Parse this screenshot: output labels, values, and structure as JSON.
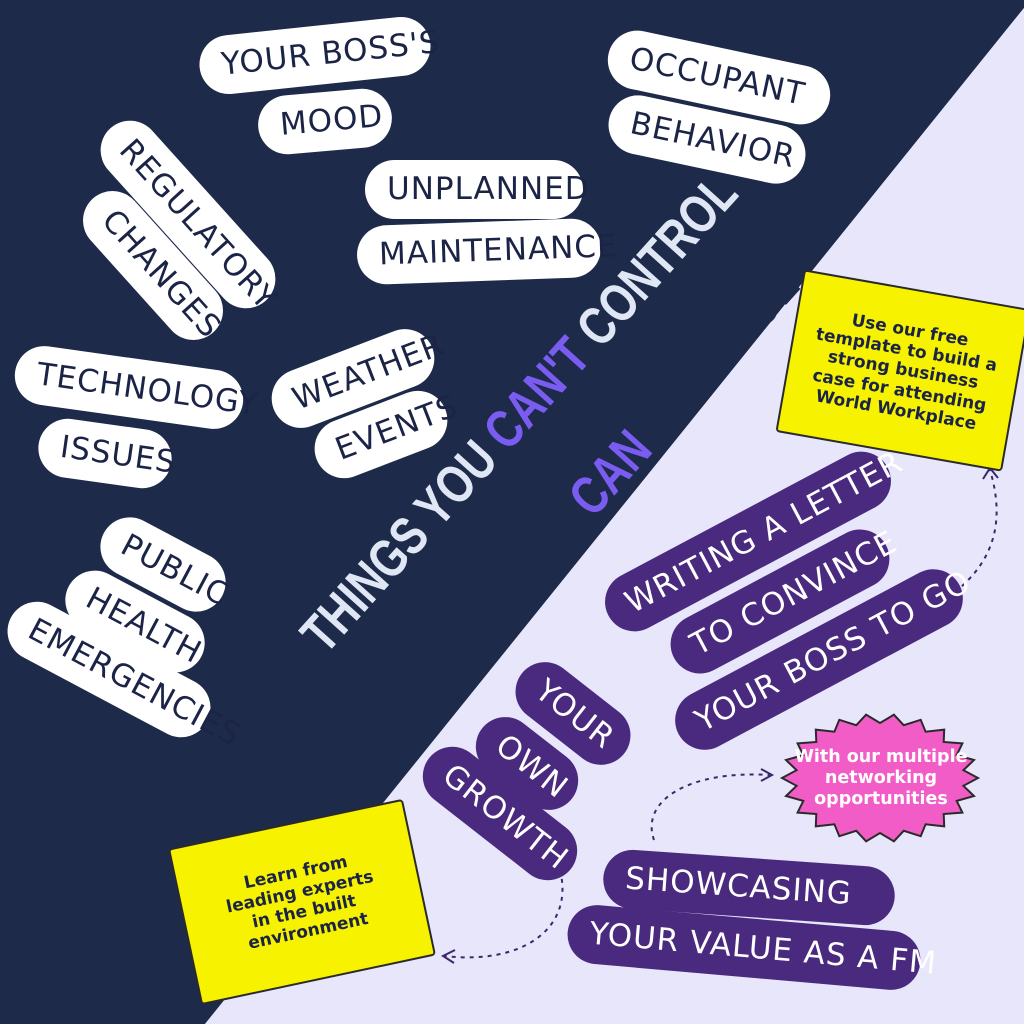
{
  "colors": {
    "dark_background": "#1d2a4a",
    "light_background": "#e8e6fb",
    "white_pill": "#ffffff",
    "purple_pill": "#4a2a7e",
    "accent_purple": "#7b5cf0",
    "sticky_yellow": "#f7f200",
    "burst_pink": "#f25cc6",
    "headline_light": "#dfe6f4",
    "headline_dark": "#1d2a4a"
  },
  "headline_cant": {
    "prefix": "THINGS YOU ",
    "accent": "CAN'T",
    "suffix": " CONTROL"
  },
  "headline_can": {
    "prefix": "THINGS YOU ",
    "accent": "CAN",
    "suffix": " CONTROL"
  },
  "cant_control": {
    "bosses_mood": [
      "YOUR BOSS'S",
      "MOOD"
    ],
    "occupant_behavior": [
      "OCCUPANT",
      "BEHAVIOR"
    ],
    "regulatory_changes": [
      "REGULATORY",
      "CHANGES"
    ],
    "unplanned_maintenance": [
      "UNPLANNED",
      "MAINTENANCE"
    ],
    "technology_issues": [
      "TECHNOLOGY",
      "ISSUES"
    ],
    "weather_events": [
      "WEATHER",
      "EVENTS"
    ],
    "public_health": [
      "PUBLIC",
      "HEALTH",
      "EMERGENCIES"
    ]
  },
  "can_control": {
    "letter": [
      "WRITING A LETTER",
      "TO CONVINCE",
      "YOUR BOSS TO GO"
    ],
    "growth": [
      "YOUR",
      "OWN",
      "GROWTH"
    ],
    "showcasing": [
      "SHOWCASING",
      "YOUR VALUE AS A FM"
    ]
  },
  "notes": {
    "template": "Use our free template to build a strong business case for attending World Workplace",
    "experts": "Learn from leading experts in the built environment",
    "networking": "With our multiple networking opportunities"
  },
  "icons": {
    "arrow": "dotted-arrow-icon",
    "burst": "starburst-badge"
  }
}
